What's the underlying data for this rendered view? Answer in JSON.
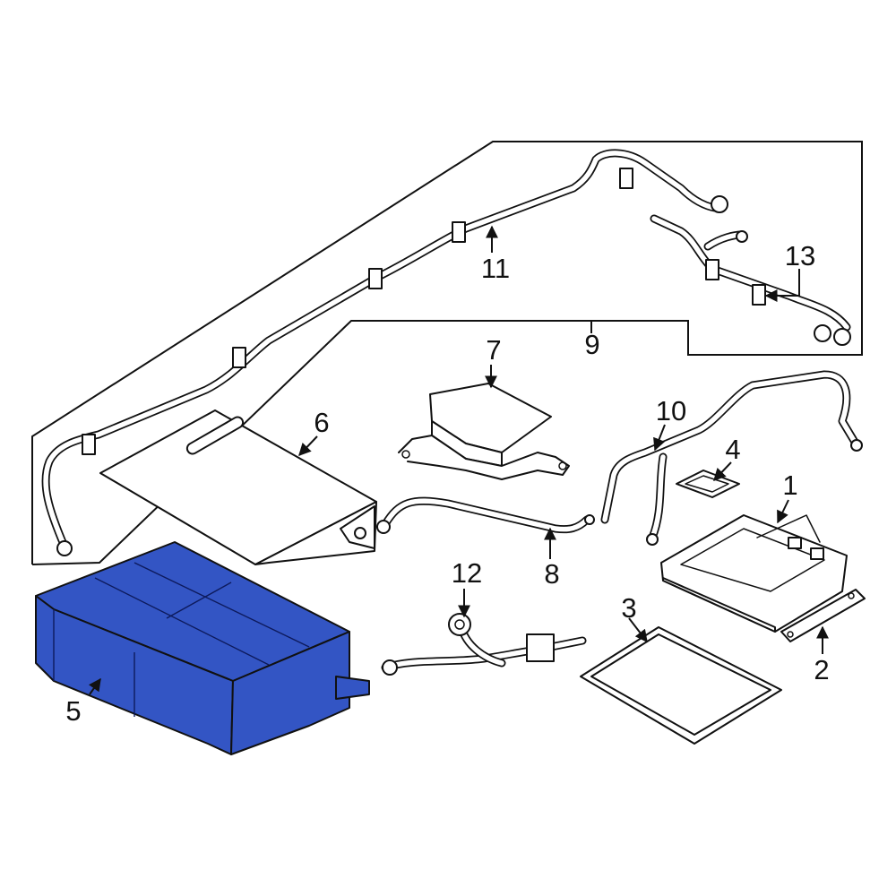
{
  "diagram": {
    "highlight_color": "#3355c4",
    "line_color": "#111111",
    "background_color": "#ffffff",
    "callouts": [
      {
        "id": "1",
        "label": "1"
      },
      {
        "id": "2",
        "label": "2"
      },
      {
        "id": "3",
        "label": "3"
      },
      {
        "id": "4",
        "label": "4"
      },
      {
        "id": "5",
        "label": "5"
      },
      {
        "id": "6",
        "label": "6"
      },
      {
        "id": "7",
        "label": "7"
      },
      {
        "id": "8",
        "label": "8"
      },
      {
        "id": "9",
        "label": "9"
      },
      {
        "id": "10",
        "label": "10"
      },
      {
        "id": "11",
        "label": "11"
      },
      {
        "id": "12",
        "label": "12"
      },
      {
        "id": "13",
        "label": "13"
      }
    ]
  }
}
